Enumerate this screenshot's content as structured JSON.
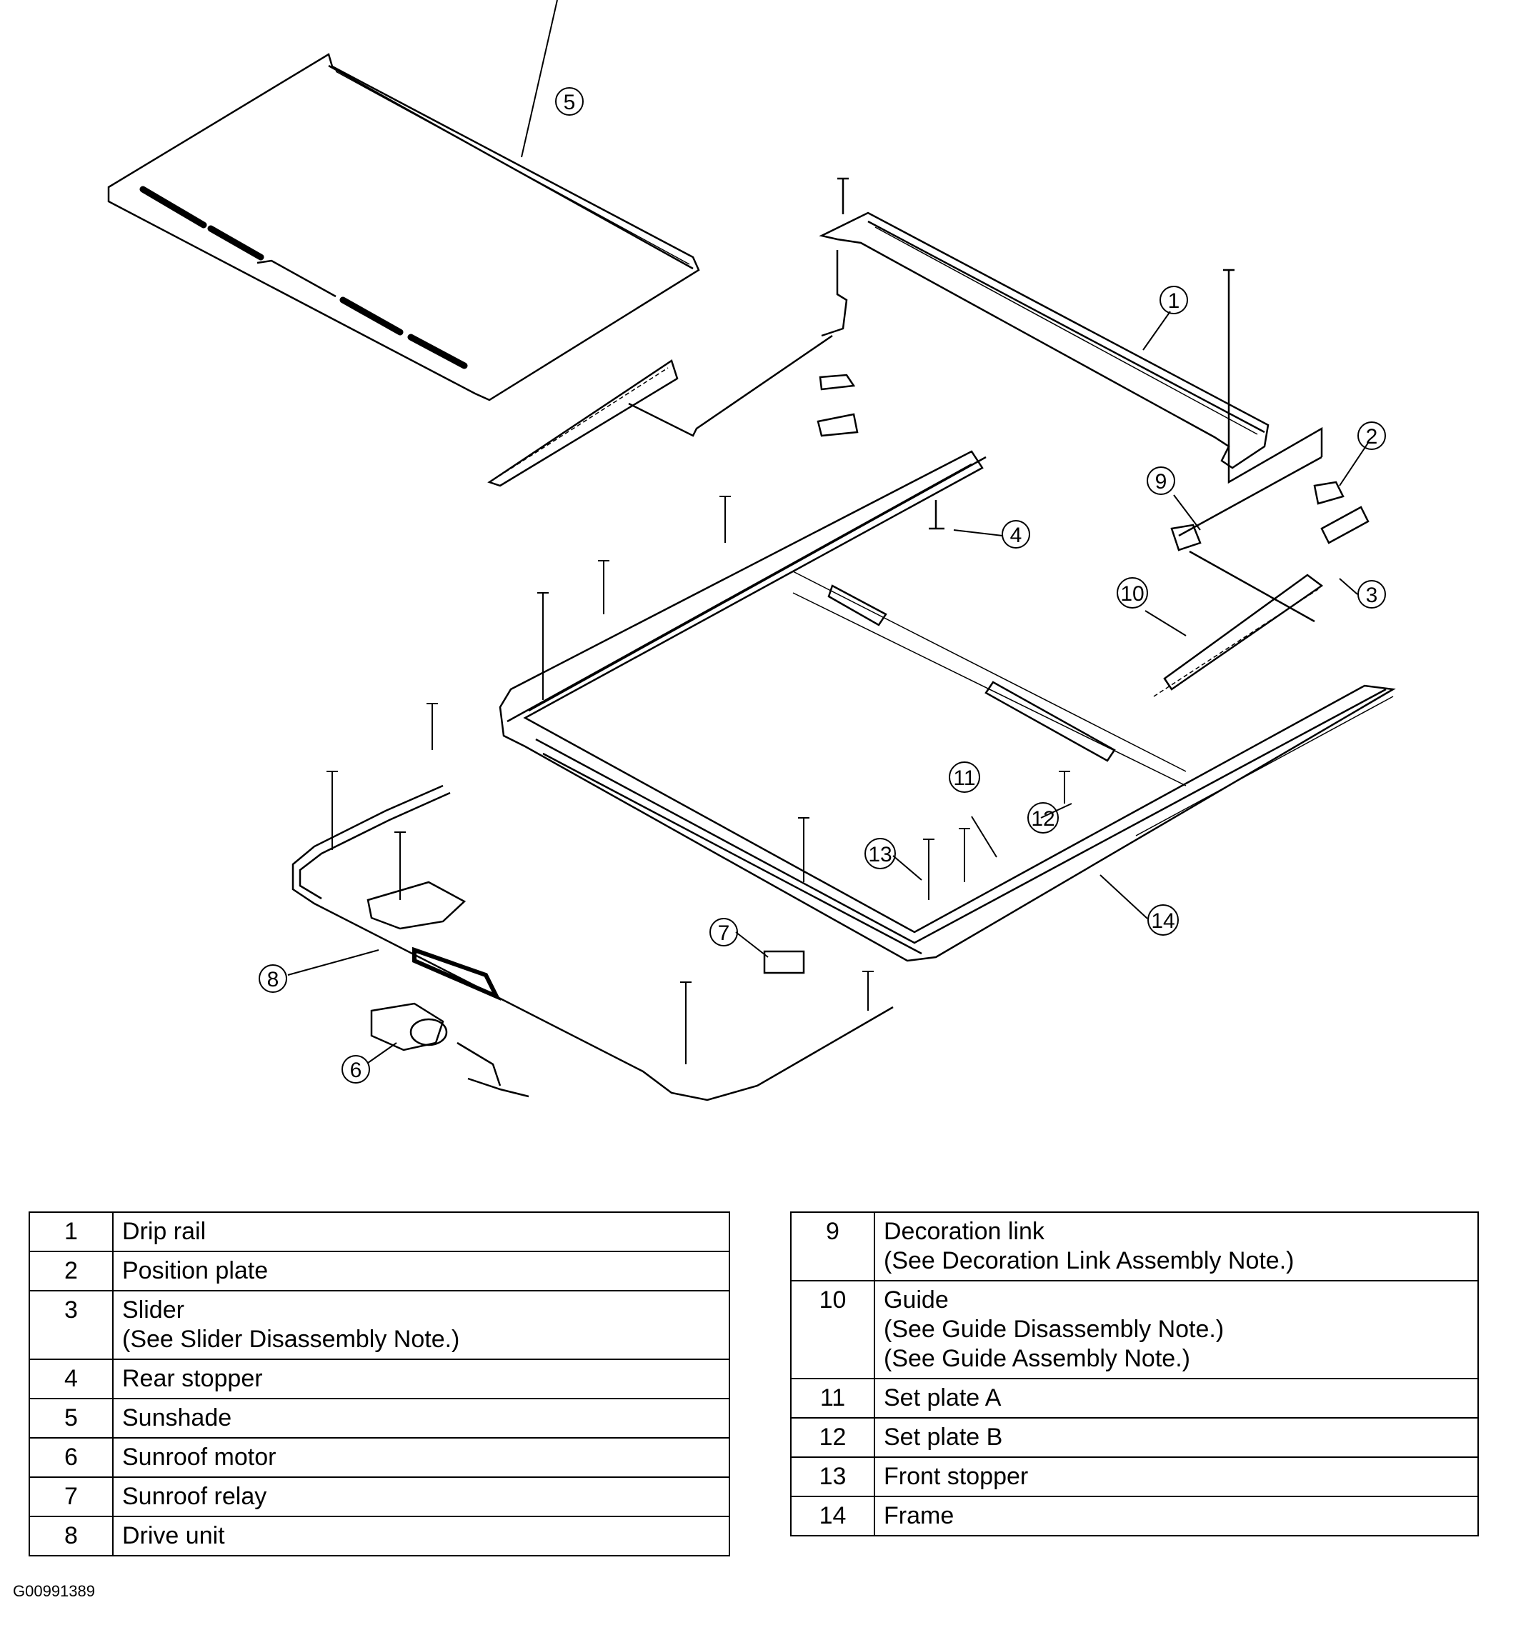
{
  "callouts": [
    {
      "number": "1"
    },
    {
      "number": "2"
    },
    {
      "number": "3"
    },
    {
      "number": "4"
    },
    {
      "number": "5"
    },
    {
      "number": "6"
    },
    {
      "number": "7"
    },
    {
      "number": "8"
    },
    {
      "number": "9"
    },
    {
      "number": "10"
    },
    {
      "number": "11"
    },
    {
      "number": "12"
    },
    {
      "number": "13"
    },
    {
      "number": "14"
    }
  ],
  "legend_left": [
    {
      "num": "1",
      "name": "Drip rail",
      "note": ""
    },
    {
      "num": "2",
      "name": "Position plate",
      "note": ""
    },
    {
      "num": "3",
      "name": "Slider",
      "note": "(See Slider Disassembly Note.)"
    },
    {
      "num": "4",
      "name": "Rear stopper",
      "note": ""
    },
    {
      "num": "5",
      "name": "Sunshade",
      "note": ""
    },
    {
      "num": "6",
      "name": "Sunroof motor",
      "note": ""
    },
    {
      "num": "7",
      "name": "Sunroof relay",
      "note": ""
    },
    {
      "num": "8",
      "name": "Drive unit",
      "note": ""
    }
  ],
  "legend_right": [
    {
      "num": "9",
      "name": "Decoration link",
      "note": "(See Decoration Link Assembly Note.)",
      "note2": ""
    },
    {
      "num": "10",
      "name": "Guide",
      "note": "(See Guide Disassembly Note.)",
      "note2": "(See Guide Assembly Note.)"
    },
    {
      "num": "11",
      "name": "Set plate A",
      "note": "",
      "note2": ""
    },
    {
      "num": "12",
      "name": "Set plate B",
      "note": "",
      "note2": ""
    },
    {
      "num": "13",
      "name": "Front stopper",
      "note": "",
      "note2": ""
    },
    {
      "num": "14",
      "name": "Frame",
      "note": "",
      "note2": ""
    }
  ],
  "figure_id": "G00991389"
}
